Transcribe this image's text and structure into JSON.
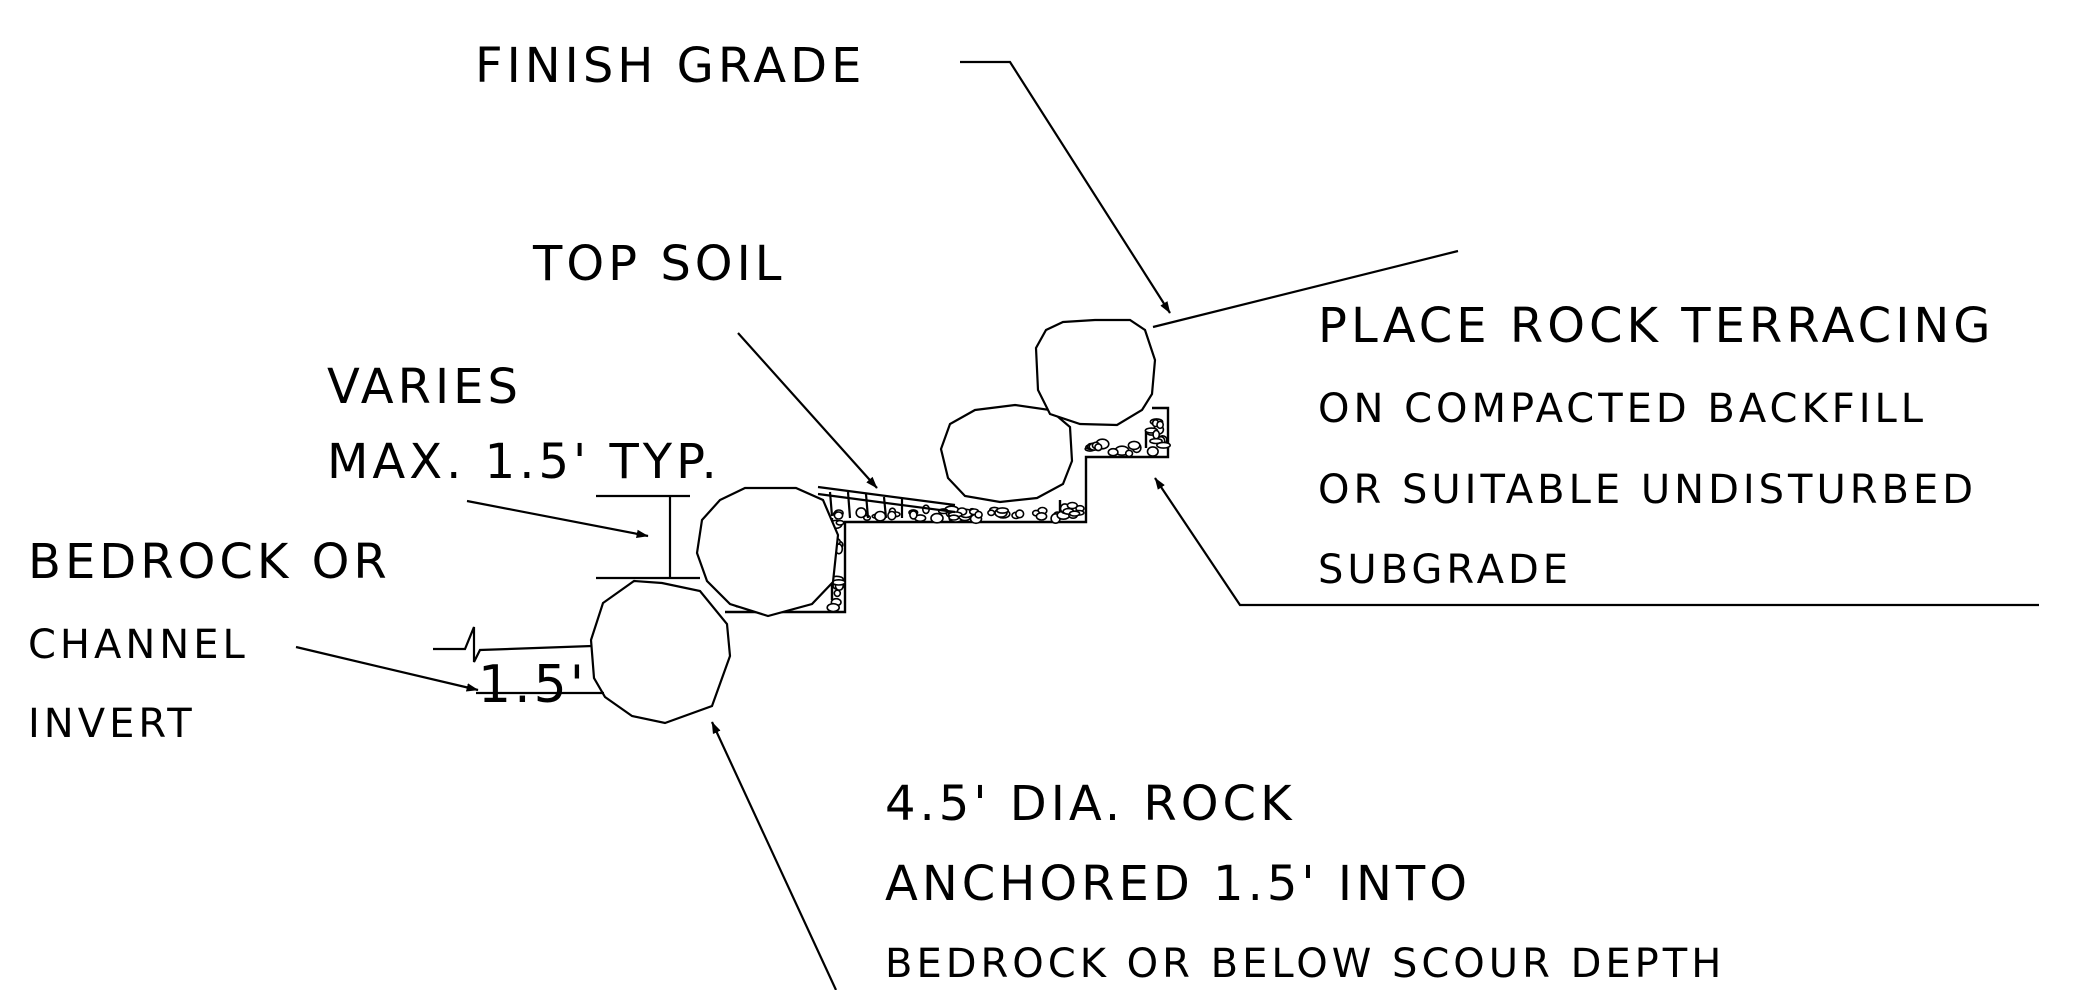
{
  "labels": {
    "finish_grade": {
      "lead": "F",
      "rest": "INISH ",
      "lead2": "G",
      "rest2": "RADE"
    },
    "top_soil": {
      "lead": "T",
      "rest": "OP ",
      "lead2": "S",
      "rest2": "OIL"
    },
    "varies": {
      "lead": "V",
      "rest": "ARIES"
    },
    "max": {
      "lead": "M",
      "rest": "AX. ",
      "value": "1.5'",
      "suffix": " TYP."
    },
    "bedrock": {
      "lead": "B",
      "rest": "EDROCK OR",
      "line2": "CHANNEL",
      "line3": "INVERT"
    },
    "dim_1_5": "1.5'",
    "place_rock": {
      "lead": "P",
      "rest": "LACE ROCK TERRACING",
      "line2": "ON COMPACTED BACKFILL",
      "line3": "OR SUITABLE UNDISTURBED",
      "line4": "SUBGRADE"
    },
    "dia_rock": {
      "value": "4.5'",
      "rest": " DIA. ROCK",
      "line2_a": "ANCHORED ",
      "line2_value": "1.5'",
      "line2_b": " INTO",
      "line3": "BEDROCK OR BELOW SCOUR DEPTH"
    }
  }
}
